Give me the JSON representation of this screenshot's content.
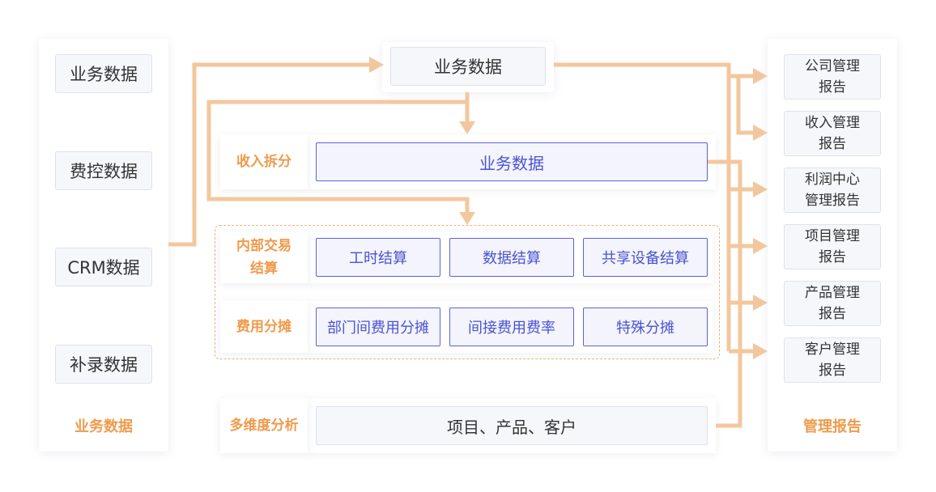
{
  "colors": {
    "accent_orange": "#ef9b4c",
    "arrow": "#f3c79e",
    "blue": "#4b52d1"
  },
  "sources": {
    "items": [
      "业务数据",
      "费控数据",
      "CRM数据",
      "补录数据"
    ],
    "footer": "业务数据"
  },
  "top_box": {
    "label": "业务数据"
  },
  "revenue_split": {
    "label": "收入拆分",
    "content": "业务数据"
  },
  "internal_settlement": {
    "label": "内部交易\n结算",
    "items": [
      "工时结算",
      "数据结算",
      "共享设备结算"
    ]
  },
  "cost_allocation": {
    "label": "费用分摊",
    "items": [
      "部门间费用分摊",
      "间接费用费率",
      "特殊分摊"
    ]
  },
  "multi_dim": {
    "label": "多维度分析",
    "content": "项目、产品、客户"
  },
  "reports": {
    "items": [
      "公司管理\n报告",
      "收入管理\n报告",
      "利润中心\n管理报告",
      "项目管理\n报告",
      "产品管理\n报告",
      "客户管理\n报告"
    ],
    "footer": "管理报告"
  }
}
